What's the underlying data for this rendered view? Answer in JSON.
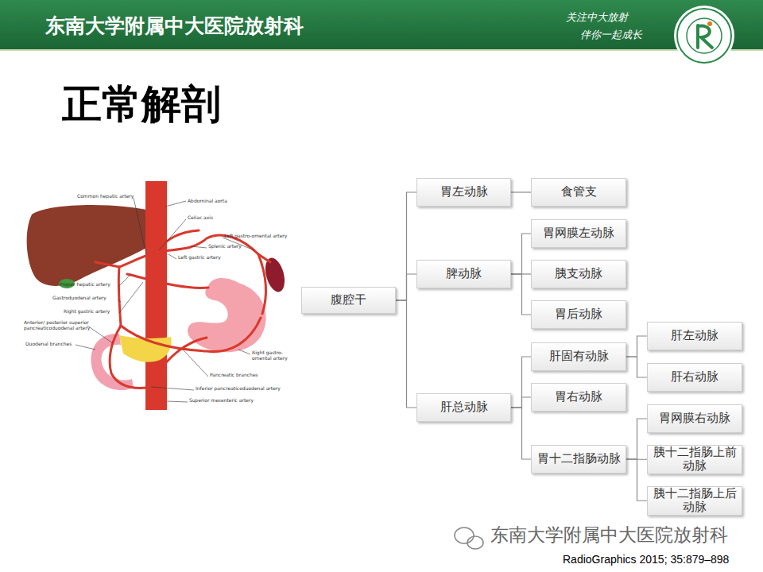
{
  "diagram": {
    "title": "正常解剖",
    "nodes": [
      {
        "text": [
          "腹腔干"
        ]
      },
      {
        "text": [
          "胃左动脉"
        ]
      },
      {
        "text": [
          "食管支"
        ]
      },
      {
        "text": [
          "脾动脉"
        ]
      },
      {
        "text": [
          "胃网膜左动脉"
        ]
      },
      {
        "text": [
          "胰支动脉"
        ]
      },
      {
        "text": [
          "胃后动脉"
        ]
      },
      {
        "text": [
          "肝总动脉"
        ]
      },
      {
        "text": [
          "肝固有动脉"
        ]
      },
      {
        "text": [
          "肝左动脉"
        ]
      },
      {
        "text": [
          "肝右动脉"
        ]
      },
      {
        "text": [
          "胃右动脉"
        ]
      },
      {
        "text": [
          "胃十二指肠动脉"
        ]
      },
      {
        "text": [
          "胃网膜右动脉"
        ]
      },
      {
        "text": [
          "胰十二指肠上前动脉"
        ]
      },
      {
        "text": [
          "胰十二指肠上后动脉"
        ]
      }
    ],
    "edges": [
      {
        "from": 0,
        "to": 1,
        "arrow": "none"
      },
      {
        "from": 0,
        "to": 3,
        "arrow": "none"
      },
      {
        "from": 0,
        "to": 7,
        "arrow": "none"
      },
      {
        "from": 1,
        "to": 2,
        "arrow": "none"
      },
      {
        "from": 3,
        "to": 4,
        "arrow": "none"
      },
      {
        "from": 3,
        "to": 5,
        "arrow": "none"
      },
      {
        "from": 3,
        "to": 6,
        "arrow": "none"
      },
      {
        "from": 7,
        "to": 8,
        "arrow": "none"
      },
      {
        "from": 7,
        "to": 11,
        "arrow": "none"
      },
      {
        "from": 7,
        "to": 12,
        "arrow": "none"
      },
      {
        "from": 8,
        "to": 9,
        "arrow": "none"
      },
      {
        "from": 8,
        "to": 10,
        "arrow": "none"
      },
      {
        "from": 12,
        "to": 13,
        "arrow": "none"
      },
      {
        "from": 12,
        "to": 14,
        "arrow": "none"
      },
      {
        "from": 12,
        "to": 15,
        "arrow": "none"
      }
    ],
    "labels": [
      "东南大学附属中大医院放射科",
      "关注中大放射",
      "伴你一起成长",
      "Common hepatic artery",
      "Abdominal aorta",
      "Celiac axis",
      "Left gastro-omental artery",
      "Splenic artery",
      "Left gastric artery",
      "Proper hepatic artery",
      "Gastroduodenal artery",
      "Right gastric artery",
      "Anterior/ posterior superior pancreaticoduodenal artery",
      "Duodenal branches",
      "Right gastro- omental artery",
      "Pancreatic branches",
      "Inferior pancreaticoduodenal artery",
      "Superior mesenteric artery",
      "东南大学附属中大医院放射科",
      "RadioGraphics 2015; 35:879–898"
    ]
  }
}
